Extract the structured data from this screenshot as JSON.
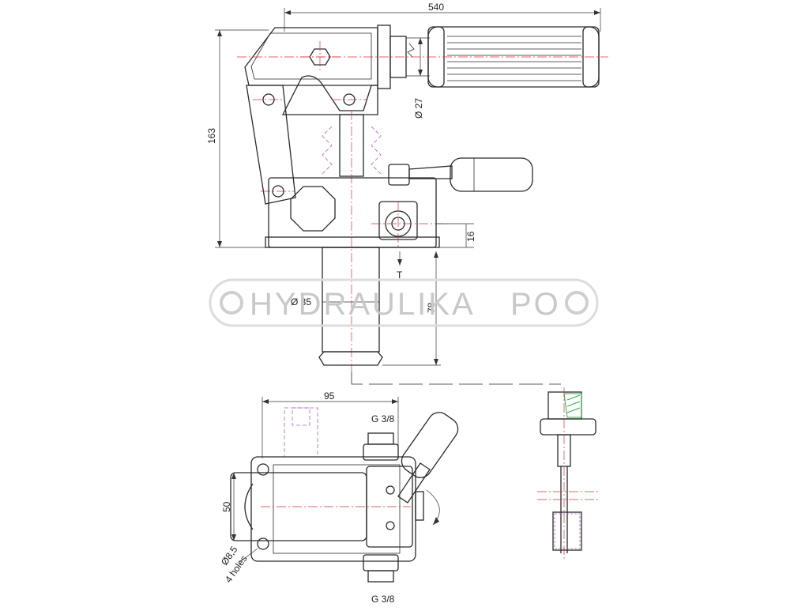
{
  "dimensions": {
    "overall_width": "540",
    "height": "163",
    "handle_dia": "Ø 27",
    "port_offset": "16",
    "port_label": "T",
    "cylinder_dia": "Ø 35",
    "cylinder_length": "78",
    "base_width": "95",
    "port_top": "G 3/8",
    "base_depth": "50",
    "hole_dia": "Ø8,5",
    "hole_count": "4 holes",
    "port_bottom": "G 3/8"
  },
  "watermark": {
    "text": "HYDRAULIKA",
    "suffix": "PO"
  },
  "colors": {
    "outline": "#2a2a2a",
    "center_line": "#dd3333",
    "hidden_line": "#b060c0",
    "thread_hatch": "#2fa84f",
    "watermark": "#c8c8c8"
  }
}
